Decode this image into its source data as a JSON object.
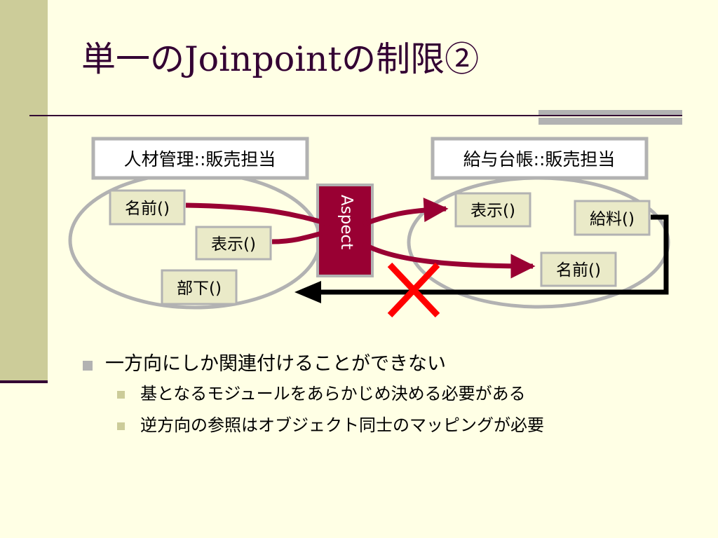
{
  "slide": {
    "title": "単一のJoinpointの制限②"
  },
  "diagram": {
    "left_group": {
      "label": "人材管理::販売担当",
      "methods": [
        "名前()",
        "表示()",
        "部下()"
      ]
    },
    "right_group": {
      "label": "給与台帳::販売担当",
      "methods": [
        "表示()",
        "給料()",
        "名前()"
      ]
    },
    "aspect_label": "Aspect",
    "colors": {
      "aspect": "#990033",
      "ellipse_stroke": "#B2B2B2",
      "box_fill": "#EAEAC8",
      "cross": "#FF0000",
      "back_arrow": "#000000"
    }
  },
  "bullets": [
    {
      "text": "一方向にしか関連付けることができない",
      "children": [
        "基となるモジュールをあらかじめ決める必要がある",
        "逆方向の参照はオブジェクト同士のマッピングが必要"
      ]
    }
  ]
}
